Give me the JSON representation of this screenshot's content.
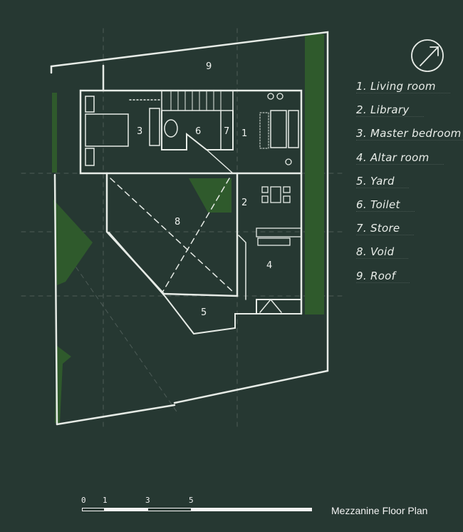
{
  "legend": {
    "items": [
      "1. Living room",
      "2. Library",
      "3. Master bedroom",
      "4. Altar room",
      "5. Yard",
      "6. Toilet",
      "7. Store",
      "8. Void",
      "9. Roof"
    ]
  },
  "rooms": {
    "r1": "1",
    "r2": "2",
    "r3": "3",
    "r4": "4",
    "r5": "5",
    "r6": "6",
    "r7": "7",
    "r8": "8",
    "r9": "9"
  },
  "scale": {
    "ticks": [
      "0",
      "1",
      "3",
      "5"
    ]
  },
  "title": "Mezzanine Floor Plan",
  "colors": {
    "background": "#263832",
    "green": "#2f5a2c",
    "line": "#e6ebe6"
  }
}
